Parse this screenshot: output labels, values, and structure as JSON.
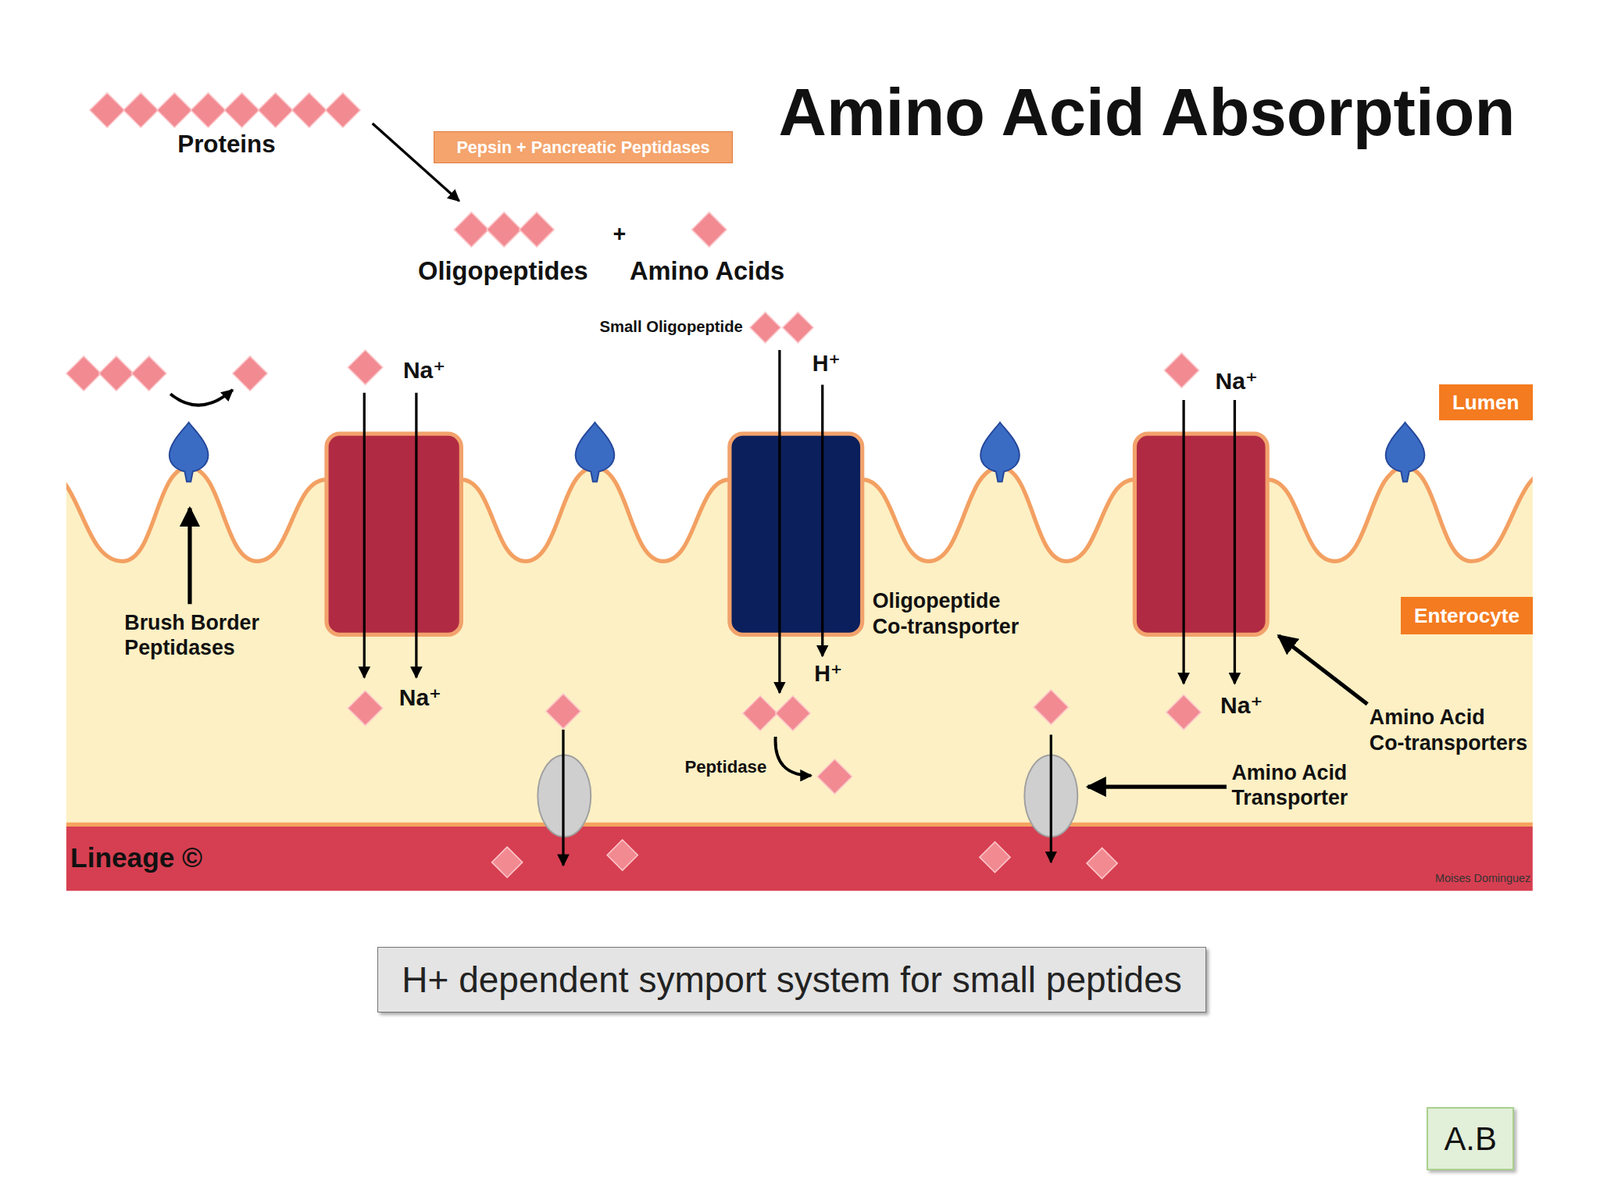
{
  "diagram": {
    "title": "Amino Acid Absorption",
    "caption": "H+ dependent symport system for small peptides",
    "nodes": [
      {
        "text": [
          "Pepsin + Pancreatic Peptidases"
        ]
      },
      {
        "text": [
          "Lumen"
        ]
      },
      {
        "text": [
          "Enterocyte"
        ]
      },
      {
        "text": [
          "A.B"
        ]
      }
    ],
    "labels": [
      "Proteins",
      "Oligopeptides",
      "+",
      "Amino Acids",
      "Small Oligopeptide",
      "H⁺",
      "Na⁺",
      "Na⁺",
      "Brush Border Peptidases",
      "Oligopeptide Co-transporter",
      "H⁺",
      "Na⁺",
      "Na⁺",
      "Amino Acid Co-transporters",
      "Peptidase",
      "Amino Acid Transporter",
      "Lineage ©",
      "Moises Dominguez"
    ]
  }
}
